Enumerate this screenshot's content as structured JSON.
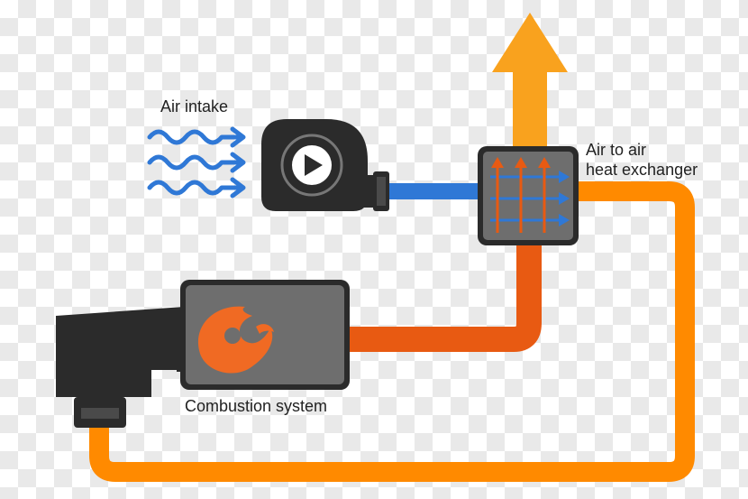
{
  "labels": {
    "air_intake": "Air intake",
    "heat_exchanger_line1": "Air to air",
    "heat_exchanger_line2": "heat exchanger",
    "combustion_system": "Combustion system"
  },
  "colors": {
    "blue": "#2f78d6",
    "orange_pipe": "#ff8a00",
    "exhaust_arrow": "#f9a21e",
    "hot_pipe": "#e85a12",
    "device_dark": "#2b2b2b",
    "device_gray": "#6e6e6e"
  },
  "icons": {
    "fan": "play-icon",
    "burner": "flame-icon",
    "airflow": "wavy-arrow-icon",
    "exhaust": "up-arrow-icon"
  }
}
